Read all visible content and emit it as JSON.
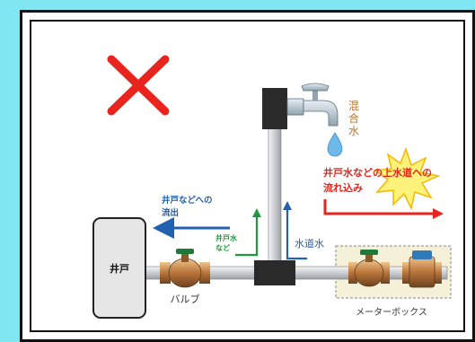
{
  "diagram": {
    "well_label": "井戸",
    "valve_label": "バルブ",
    "meter_box_label": "メーターボックス",
    "mixed_water_label_chars": [
      "混",
      "合",
      "水"
    ],
    "well_outflow_label_lines": [
      "井戸などへの",
      "流出"
    ],
    "well_water_label_lines": [
      "井戸水",
      "など"
    ],
    "tap_water_label": "水道水",
    "backflow_label_lines": [
      "井戸水などの上水道への",
      "流れ込み"
    ]
  },
  "colors": {
    "border_bg": "#7fe6f2",
    "cross": "#e8241c",
    "blue_arrow": "#2260b0",
    "green_arrow": "#1f9a3a",
    "red_text": "#e8241c",
    "pipe": "#d9dcdf",
    "meter_box": "#f5f0d8"
  },
  "icons": [
    "cross-icon",
    "faucet-icon",
    "water-drop-icon",
    "explosion-icon"
  ]
}
